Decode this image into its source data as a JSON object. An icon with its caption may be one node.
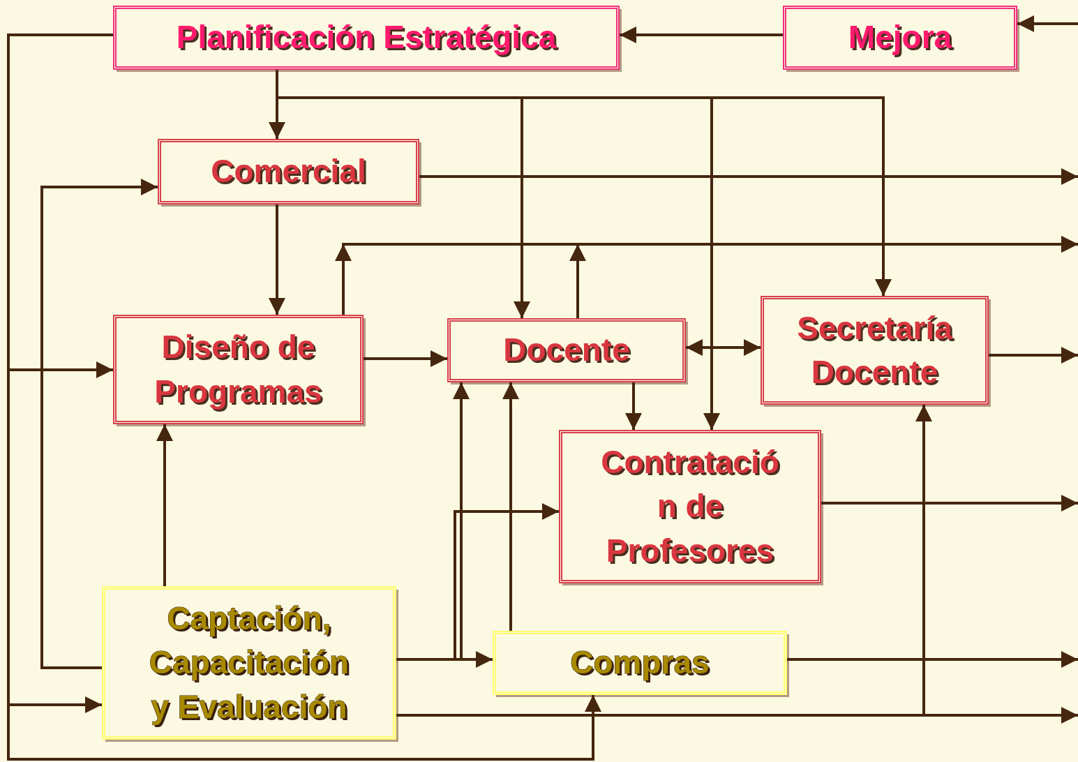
{
  "diagram": {
    "nodes": [
      {
        "text": [
          "Planificación Estratégica"
        ]
      },
      {
        "text": [
          "Mejora"
        ]
      },
      {
        "text": [
          "Comercial"
        ]
      },
      {
        "text": [
          "Diseño de Programas"
        ]
      },
      {
        "text": [
          "Docente"
        ]
      },
      {
        "text": [
          "Secretaría Docente"
        ]
      },
      {
        "text": [
          "Contratació n de Profesores"
        ]
      },
      {
        "text": [
          "Captación, Capacitación y Evaluación"
        ]
      },
      {
        "text": [
          "Compras"
        ]
      }
    ],
    "edges": [
      {
        "from": 1,
        "to": 0,
        "arrow": "to"
      },
      {
        "from": null,
        "to": 1,
        "arrow": "to"
      },
      {
        "from": 0,
        "to": 2,
        "arrow": "to"
      },
      {
        "from": 0,
        "to": 4,
        "arrow": "to"
      },
      {
        "from": 0,
        "to": 6,
        "arrow": "to"
      },
      {
        "from": 0,
        "to": 5,
        "arrow": "to"
      },
      {
        "from": 0,
        "to": 3,
        "arrow": "to"
      },
      {
        "from": 0,
        "to": 7,
        "arrow": "to"
      },
      {
        "from": 0,
        "to": 8,
        "arrow": "to"
      },
      {
        "from": 2,
        "to": null,
        "arrow": "to"
      },
      {
        "from": 2,
        "to": 3,
        "arrow": "to"
      },
      {
        "from": 3,
        "to": null,
        "arrow": "to"
      },
      {
        "from": 4,
        "to": null,
        "arrow": "to"
      },
      {
        "from": 3,
        "to": 4,
        "arrow": "to"
      },
      {
        "from": 4,
        "to": 5,
        "arrow": "both"
      },
      {
        "from": 4,
        "to": 6,
        "arrow": "to"
      },
      {
        "from": 5,
        "to": null,
        "arrow": "to"
      },
      {
        "from": 6,
        "to": null,
        "arrow": "to"
      },
      {
        "from": 7,
        "to": 2,
        "arrow": "to"
      },
      {
        "from": 7,
        "to": 3,
        "arrow": "to"
      },
      {
        "from": 7,
        "to": 8,
        "arrow": "to"
      },
      {
        "from": 7,
        "to": 4,
        "arrow": "to"
      },
      {
        "from": 7,
        "to": 6,
        "arrow": "to"
      },
      {
        "from": 8,
        "to": 4,
        "arrow": "to"
      },
      {
        "from": 8,
        "to": null,
        "arrow": "to"
      },
      {
        "from": 7,
        "to": null,
        "arrow": "to"
      },
      {
        "from": 7,
        "to": 5,
        "arrow": "to"
      }
    ]
  }
}
